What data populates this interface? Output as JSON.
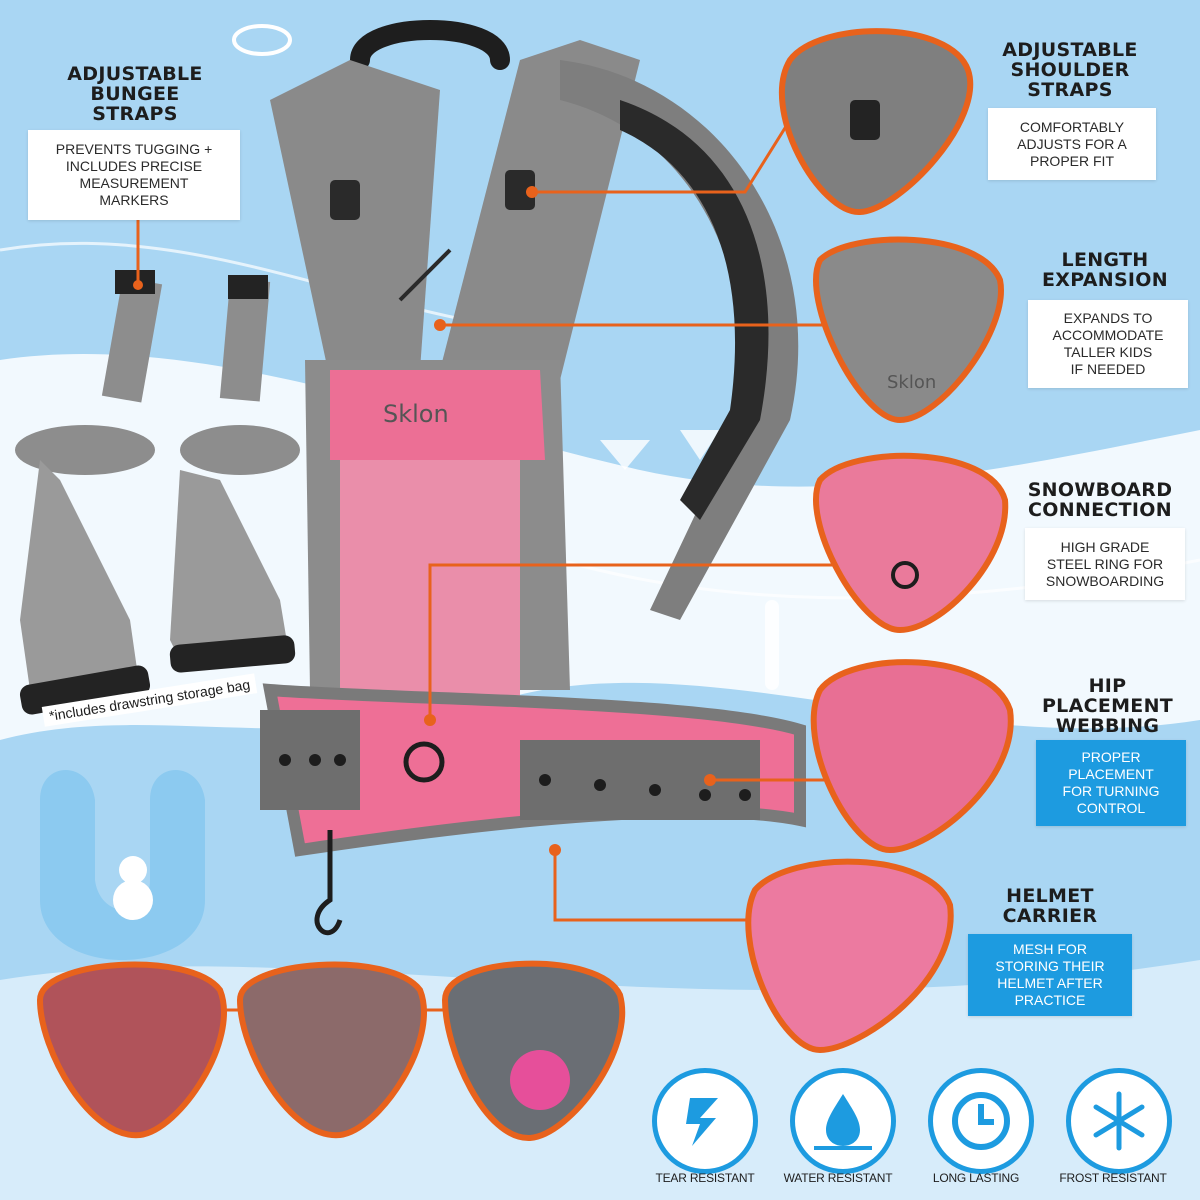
{
  "features": [
    {
      "title_lines": [
        "Adjustable",
        "Bungee",
        "Straps"
      ],
      "desc_lines": [
        "Prevents tugging +",
        "includes precise",
        "measurement",
        "markers"
      ]
    },
    {
      "title_lines": [
        "Adjustable",
        "Shoulder",
        "Straps"
      ],
      "desc_lines": [
        "Comfortably",
        "adjusts for a",
        "proper fit"
      ]
    },
    {
      "title_lines": [
        "Length",
        "Expansion"
      ],
      "desc_lines": [
        "Expands to",
        "accommodate",
        "taller kids",
        "if needed"
      ]
    },
    {
      "title_lines": [
        "Snowboard",
        "Connection"
      ],
      "desc_lines": [
        "High grade",
        "steel ring for",
        "snowboarding"
      ]
    },
    {
      "title_lines": [
        "Hip",
        "Placement",
        "Webbing"
      ],
      "desc_lines": [
        "Proper",
        "placement",
        "for turning",
        "control"
      ]
    },
    {
      "title_lines": [
        "Helmet",
        "Carrier"
      ],
      "desc_lines": [
        "Mesh for",
        "storing their",
        "helmet after",
        "practice"
      ]
    }
  ],
  "note": "*includes drawstring storage bag",
  "brand": "Sklon",
  "badges": [
    {
      "label": "Tear Resistant",
      "icon": "lightning-icon"
    },
    {
      "label": "Water Resistant",
      "icon": "water-drop-icon"
    },
    {
      "label": "Long Lasting",
      "icon": "clock-icon"
    },
    {
      "label": "Frost Resistant",
      "icon": "snowflake-icon"
    }
  ],
  "colors": {
    "accent_orange": "#e8621c",
    "accent_blue": "#1d9be0",
    "product_pink": "#ee6f96",
    "product_gray": "#8c8c8c",
    "background": "#9fd0f0"
  }
}
